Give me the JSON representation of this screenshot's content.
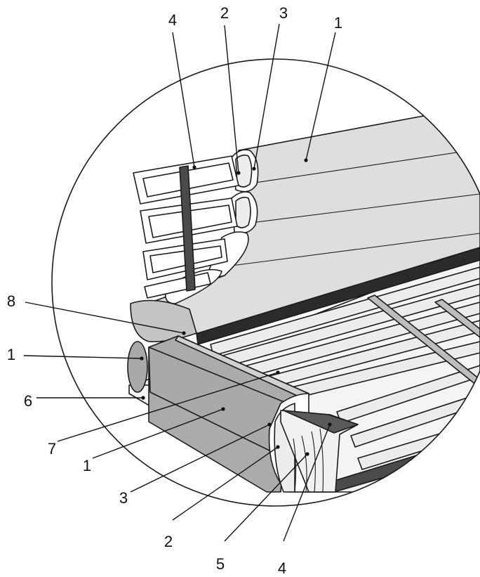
{
  "colors": {
    "background": "#ffffff",
    "line": "#1a1a1a",
    "fabric_light": "#dedede",
    "fabric_mid": "#c4c4c4",
    "fabric_dark": "#a9a9a9",
    "strip_dark": "#2b2b2b",
    "slat": "#ececec",
    "wood": "#f1f1f1"
  },
  "callouts": [
    {
      "id": "top-4",
      "label": "4"
    },
    {
      "id": "top-2",
      "label": "2"
    },
    {
      "id": "top-3",
      "label": "3"
    },
    {
      "id": "top-1",
      "label": "1"
    },
    {
      "id": "left-8",
      "label": "8"
    },
    {
      "id": "left-1",
      "label": "1"
    },
    {
      "id": "left-6",
      "label": "6"
    },
    {
      "id": "left-7",
      "label": "7"
    },
    {
      "id": "bottom-1",
      "label": "1"
    },
    {
      "id": "bottom-3",
      "label": "3"
    },
    {
      "id": "bottom-2",
      "label": "2"
    },
    {
      "id": "bottom-5",
      "label": "5"
    },
    {
      "id": "bottom-4",
      "label": "4"
    }
  ]
}
